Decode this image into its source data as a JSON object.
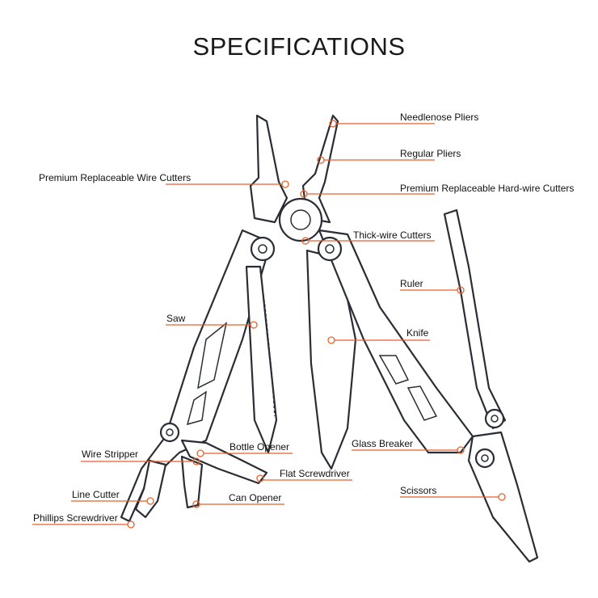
{
  "title": "SPECIFICATIONS",
  "accent_color": "#e8612c",
  "labels": {
    "needlenose": "Needlenose Pliers",
    "regular": "Regular Pliers",
    "hardwire": "Premium Replaceable Hard-wire Cutters",
    "wirecutters": "Premium Replaceable Wire Cutters",
    "thickwire": "Thick-wire Cutters",
    "ruler": "Ruler",
    "saw": "Saw",
    "knife": "Knife",
    "glass": "Glass Breaker",
    "scissors": "Scissors",
    "bottle": "Bottle Opener",
    "stripper": "Wire Stripper",
    "flat": "Flat Screwdriver",
    "linecutter": "Line Cutter",
    "canopener": "Can Opener",
    "phillips": "Phillips Screwdriver"
  }
}
